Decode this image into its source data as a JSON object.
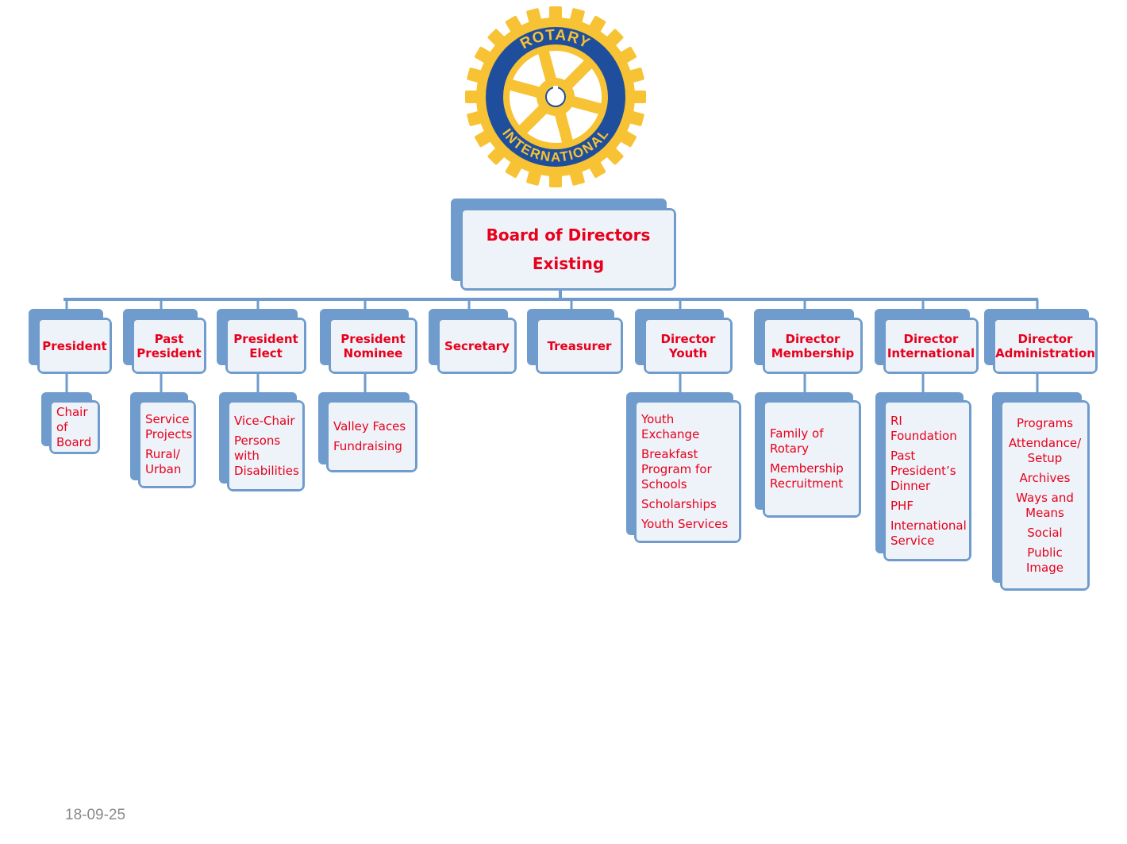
{
  "logo": {
    "ring_top_text": "ROTARY",
    "ring_bottom_text": "INTERNATIONAL",
    "gold_color": "#f7c234",
    "blue_color": "#1f4f9c"
  },
  "colors": {
    "box_border": "#6f9ccc",
    "box_fill": "#eef3f9",
    "text": "#e8001c",
    "connector": "#6f9ccc"
  },
  "root": {
    "lines": [
      "Board of Directors",
      "Existing"
    ]
  },
  "positions": [
    {
      "title": [
        "President"
      ],
      "sub": [
        "Chair of Board"
      ]
    },
    {
      "title": [
        "Past",
        "President"
      ],
      "sub": [
        "Service Projects",
        "Rural/ Urban"
      ]
    },
    {
      "title": [
        "President",
        "Elect"
      ],
      "sub": [
        "Vice-Chair",
        "Persons with Disabilities"
      ]
    },
    {
      "title": [
        "President",
        "Nominee"
      ],
      "sub": [
        "Valley Faces",
        "Fundraising"
      ]
    },
    {
      "title": [
        "Secretary"
      ],
      "sub": []
    },
    {
      "title": [
        "Treasurer"
      ],
      "sub": []
    },
    {
      "title": [
        "Director",
        "Youth"
      ],
      "sub": [
        "Youth Exchange",
        "Breakfast Program for Schools",
        "Scholarships",
        "Youth Services"
      ]
    },
    {
      "title": [
        "Director",
        "Membership"
      ],
      "sub": [
        "Family of Rotary",
        "Membership Recruitment"
      ]
    },
    {
      "title": [
        "Director",
        "International"
      ],
      "sub": [
        "RI Foundation",
        "Past President’s Dinner",
        "PHF",
        "International Service"
      ]
    },
    {
      "title": [
        "Director",
        "Administration"
      ],
      "sub": [
        "Programs",
        "Attendance/ Setup",
        "Archives",
        "Ways and Means",
        "Social",
        "Public Image"
      ]
    }
  ],
  "footer": {
    "date": "18-09-25"
  }
}
